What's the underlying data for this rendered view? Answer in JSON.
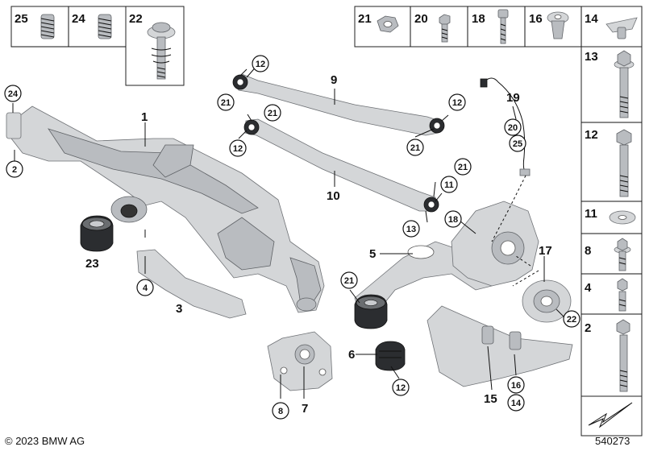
{
  "header_parts": [
    {
      "label": "25",
      "icon": "threaded-insert-icon"
    },
    {
      "label": "24",
      "icon": "threaded-insert-icon"
    },
    {
      "label": "22",
      "icon": "hex-socket-bolt-with-spring-icon"
    },
    {
      "label": "21",
      "icon": "hex-nut-icon"
    },
    {
      "label": "20",
      "icon": "hex-bolt-icon"
    },
    {
      "label": "18",
      "icon": "hex-bolt-icon"
    },
    {
      "label": "16",
      "icon": "clip-nut-icon"
    },
    {
      "label": "14",
      "icon": "washer-clip-icon"
    }
  ],
  "side_parts": [
    {
      "label": "13",
      "icon": "long-bolt-with-washer-icon"
    },
    {
      "label": "12",
      "icon": "long-bolt-icon"
    },
    {
      "label": "11",
      "icon": "washer-icon"
    },
    {
      "label": "8",
      "icon": "flange-bolt-icon"
    },
    {
      "label": "4",
      "icon": "hex-bolt-icon"
    },
    {
      "label": "2",
      "icon": "long-bolt-icon"
    }
  ],
  "main_labels": {
    "l1": "1",
    "l3": "3",
    "l5": "5",
    "l6": "6",
    "l7": "7",
    "l9": "9",
    "l10": "10",
    "l15": "15",
    "l17": "17",
    "l19": "19",
    "l23": "23"
  },
  "callouts": {
    "c24": "24",
    "c2": "2",
    "c4": "4",
    "c8": "8",
    "c12a": "12",
    "c21a": "21",
    "c21b": "21",
    "c12b": "12",
    "c12c": "12",
    "c21c": "21",
    "c21d": "21",
    "c11": "11",
    "c13": "13",
    "c18": "18",
    "c20": "20",
    "c25": "25",
    "c21e": "21",
    "c12d": "12",
    "c22": "22",
    "c16": "16",
    "c14": "14"
  },
  "footer": {
    "copyright": "© 2023 BMW AG",
    "diagram_id": "540273"
  }
}
